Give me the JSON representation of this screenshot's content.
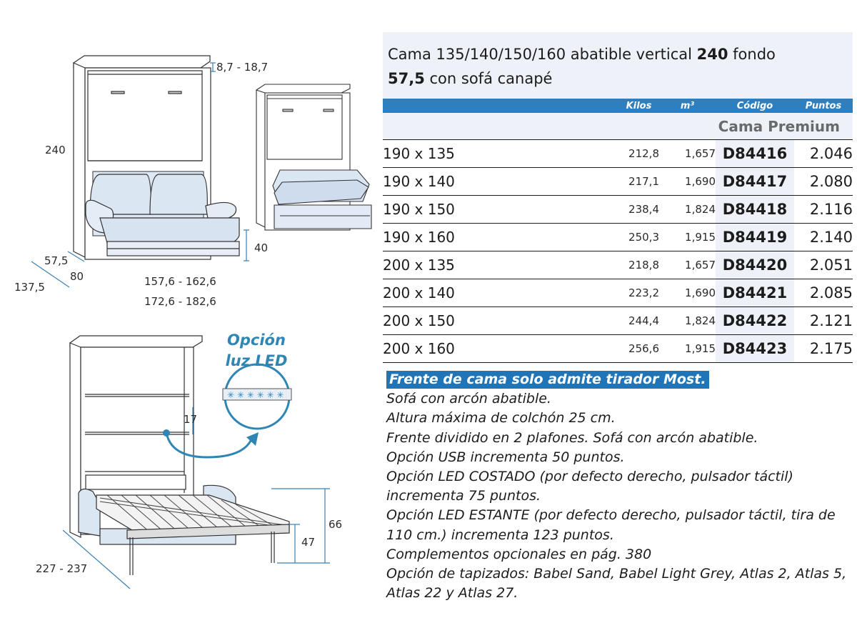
{
  "diagram": {
    "dims_top": [
      "8,7 - 18,7",
      "240",
      "57,5",
      "80",
      "137,5",
      "40",
      "157,6 - 162,6",
      "172,6 - 182,6"
    ],
    "dims_bottom": [
      "17",
      "66",
      "47",
      "227 - 237"
    ],
    "led_option_line1": "Opción",
    "led_option_line2": "luz LED"
  },
  "title": {
    "line1_a": "Cama 135/140/150/160 abatible vertical ",
    "line1_b": "240",
    "line1_c": " fondo",
    "line2_a": "57,5",
    "line2_b": " con sofá canapé"
  },
  "table": {
    "headers": [
      "",
      "Kilos",
      "m³",
      "Código",
      "Puntos"
    ],
    "subheader": "Cama Premium",
    "rows": [
      {
        "size": "190 x 135",
        "kilos": "212,8",
        "m3": "1,657",
        "code": "D84416",
        "points": "2.046"
      },
      {
        "size": "190 x 140",
        "kilos": "217,1",
        "m3": "1,690",
        "code": "D84417",
        "points": "2.080"
      },
      {
        "size": "190 x 150",
        "kilos": "238,4",
        "m3": "1,824",
        "code": "D84418",
        "points": "2.116"
      },
      {
        "size": "190 x 160",
        "kilos": "250,3",
        "m3": "1,915",
        "code": "D84419",
        "points": "2.140"
      },
      {
        "size": "200 x 135",
        "kilos": "218,8",
        "m3": "1,657",
        "code": "D84420",
        "points": "2.051"
      },
      {
        "size": "200 x 140",
        "kilos": "223,2",
        "m3": "1,690",
        "code": "D84421",
        "points": "2.085"
      },
      {
        "size": "200 x 150",
        "kilos": "244,4",
        "m3": "1,824",
        "code": "D84422",
        "points": "2.121"
      },
      {
        "size": "200 x 160",
        "kilos": "256,6",
        "m3": "1,915",
        "code": "D84423",
        "points": "2.175"
      }
    ]
  },
  "notes": {
    "highlight": "Frente de cama solo admite tirador Most.",
    "lines": [
      "Sofá con arcón abatible.",
      "Altura máxima de colchón 25 cm.",
      "Frente dividido en 2 plafones. Sofá con arcón abatible.",
      "Opción USB incrementa 50 puntos.",
      "Opción LED COSTADO (por defecto derecho, pulsador táctil) incrementa 75 puntos.",
      "Opción LED ESTANTE (por defecto derecho, pulsador táctil, tira de 110 cm.) incrementa 123 puntos.",
      "Complementos opcionales en pág.  380",
      "Opción de tapizados: Babel Sand, Babel Light Grey, Atlas 2, Atlas 5, Atlas 22 y Atlas 27."
    ]
  }
}
